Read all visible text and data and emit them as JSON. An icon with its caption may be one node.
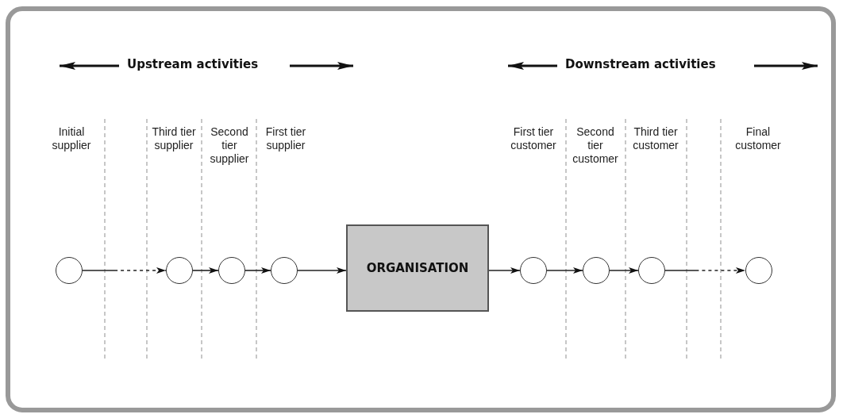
{
  "diagram": {
    "nodes": [
      {
        "text": [],
        "shape": "circle"
      },
      {
        "text": [],
        "shape": "circle"
      },
      {
        "text": [],
        "shape": "circle"
      },
      {
        "text": [],
        "shape": "circle"
      },
      {
        "text": [
          "ORGANISATION"
        ]
      },
      {
        "text": [],
        "shape": "circle"
      },
      {
        "text": [],
        "shape": "circle"
      },
      {
        "text": [],
        "shape": "circle"
      },
      {
        "text": [],
        "shape": "circle"
      }
    ],
    "edges": [
      {
        "from": 0,
        "to": 1,
        "arrow": "to",
        "style": "dashed"
      },
      {
        "from": 1,
        "to": 2,
        "arrow": "to"
      },
      {
        "from": 2,
        "to": 3,
        "arrow": "to"
      },
      {
        "from": 3,
        "to": 4,
        "arrow": "to"
      },
      {
        "from": 4,
        "to": 5,
        "arrow": "to"
      },
      {
        "from": 5,
        "to": 6,
        "arrow": "to"
      },
      {
        "from": 6,
        "to": 7,
        "arrow": "to"
      },
      {
        "from": 7,
        "to": 8,
        "arrow": "to",
        "style": "dashed"
      }
    ],
    "labels": [
      "Upstream activities",
      "Downstream activities",
      "Initial supplier",
      "Third tier supplier",
      "Second tier supplier",
      "First tier supplier",
      "First tier customer",
      "Second tier customer",
      "Third tier customer",
      "Final customer"
    ]
  }
}
